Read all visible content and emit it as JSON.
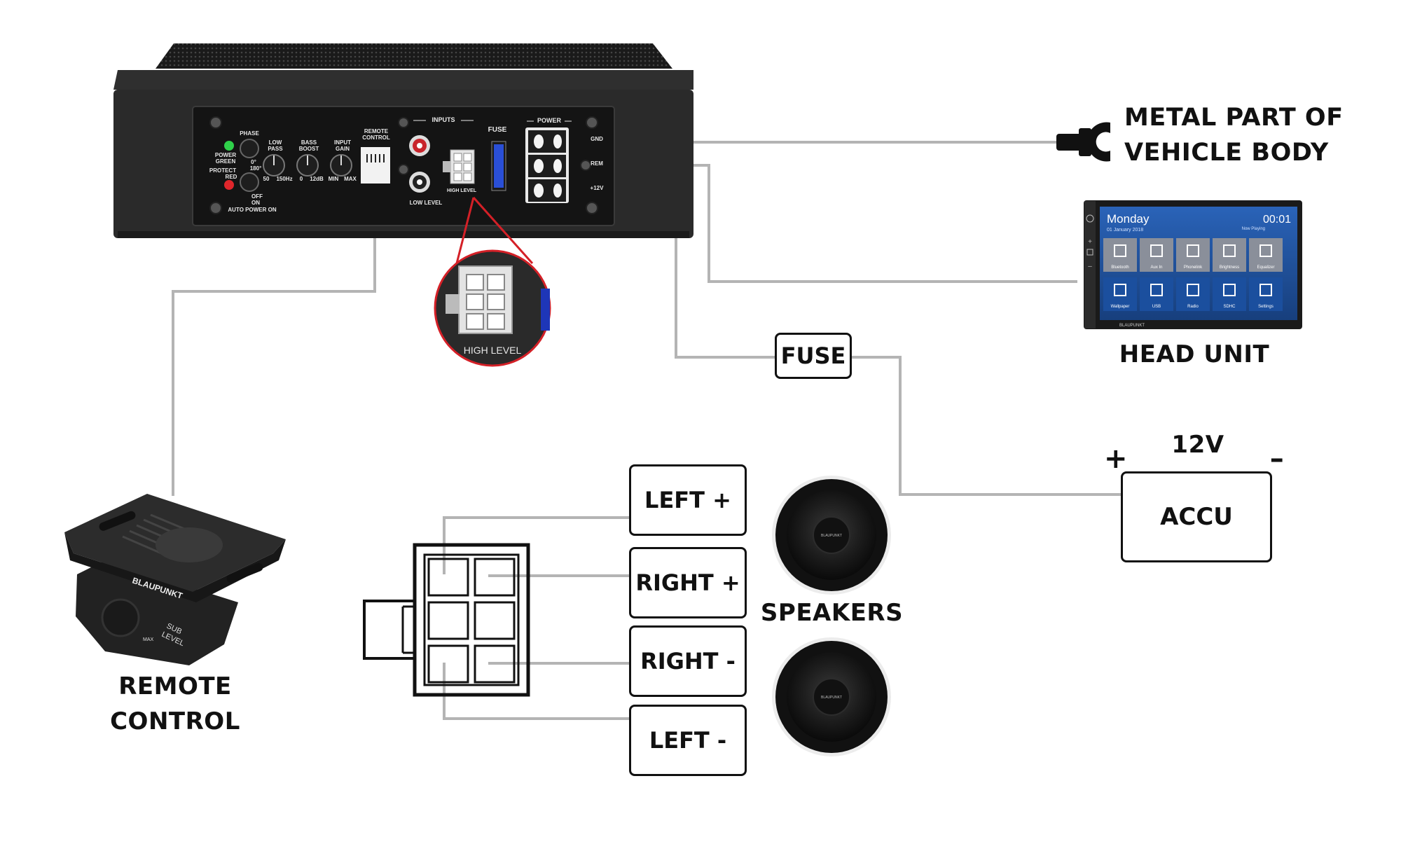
{
  "labels": {
    "metal_line1": "METAL PART OF",
    "metal_line2": "VEHICLE BODY",
    "head_unit": "HEAD UNIT",
    "fuse_box": "FUSE",
    "voltage": "12V",
    "plus": "+",
    "minus": "–",
    "accu": "ACCU",
    "speakers": "SPEAKERS",
    "remote_line1": "REMOTE",
    "remote_line2": "CONTROL"
  },
  "pins": {
    "left_plus": "LEFT +",
    "right_plus": "RIGHT +",
    "right_minus": "RIGHT -",
    "left_minus": "LEFT -"
  },
  "amp_panel": {
    "phase": "PHASE",
    "power_green": "POWER",
    "green": "GREEN",
    "protect": "PROTECT",
    "red": "RED",
    "phase_0": "0°",
    "phase_180": "180°",
    "off": "OFF",
    "on": "ON",
    "auto_power_on": "AUTO POWER ON",
    "low_pass": "LOW",
    "low_pass_2": "PASS",
    "lp_min": "50",
    "lp_max": "150Hz",
    "bass_boost": "BASS",
    "bass_boost_2": "BOOST",
    "bb_min": "0",
    "bb_max": "12dB",
    "input_gain": "INPUT",
    "input_gain_2": "GAIN",
    "ig_min": "MIN",
    "ig_max": "MAX",
    "remote_control": "REMOTE",
    "remote_control_2": "CONTROL",
    "inputs": "INPUTS",
    "low_level": "LOW LEVEL",
    "high_level": "HIGH LEVEL",
    "fuse": "FUSE",
    "power": "POWER",
    "gnd": "GND",
    "rem": "REM",
    "v12": "+12V"
  },
  "zoom": {
    "high_level": "HIGH LEVEL"
  },
  "head_unit_screen": {
    "day": "Monday",
    "date": "01 January 2018",
    "time": "00:01",
    "now_playing": "Now Playing",
    "tiles": [
      "Bluetooth",
      "Aux In",
      "Phonelink",
      "Brightness",
      "Equalizer",
      "Wallpaper",
      "USB",
      "Radio",
      "SDHC",
      "Settings"
    ],
    "brand": "BLAUPUNKT"
  },
  "remote": {
    "brand": "BLAUPUNKT",
    "sub": "SUB",
    "level": "LEVEL",
    "max": "MAX"
  },
  "speaker_brand": "BLAUPUNKT",
  "colors": {
    "wire": "#b4b4b4",
    "amp_body": "#2a2a2a",
    "accent_red": "#d42027",
    "fuse_blue": "#2a4fd6",
    "screen_blue": "#1d4f9a"
  }
}
